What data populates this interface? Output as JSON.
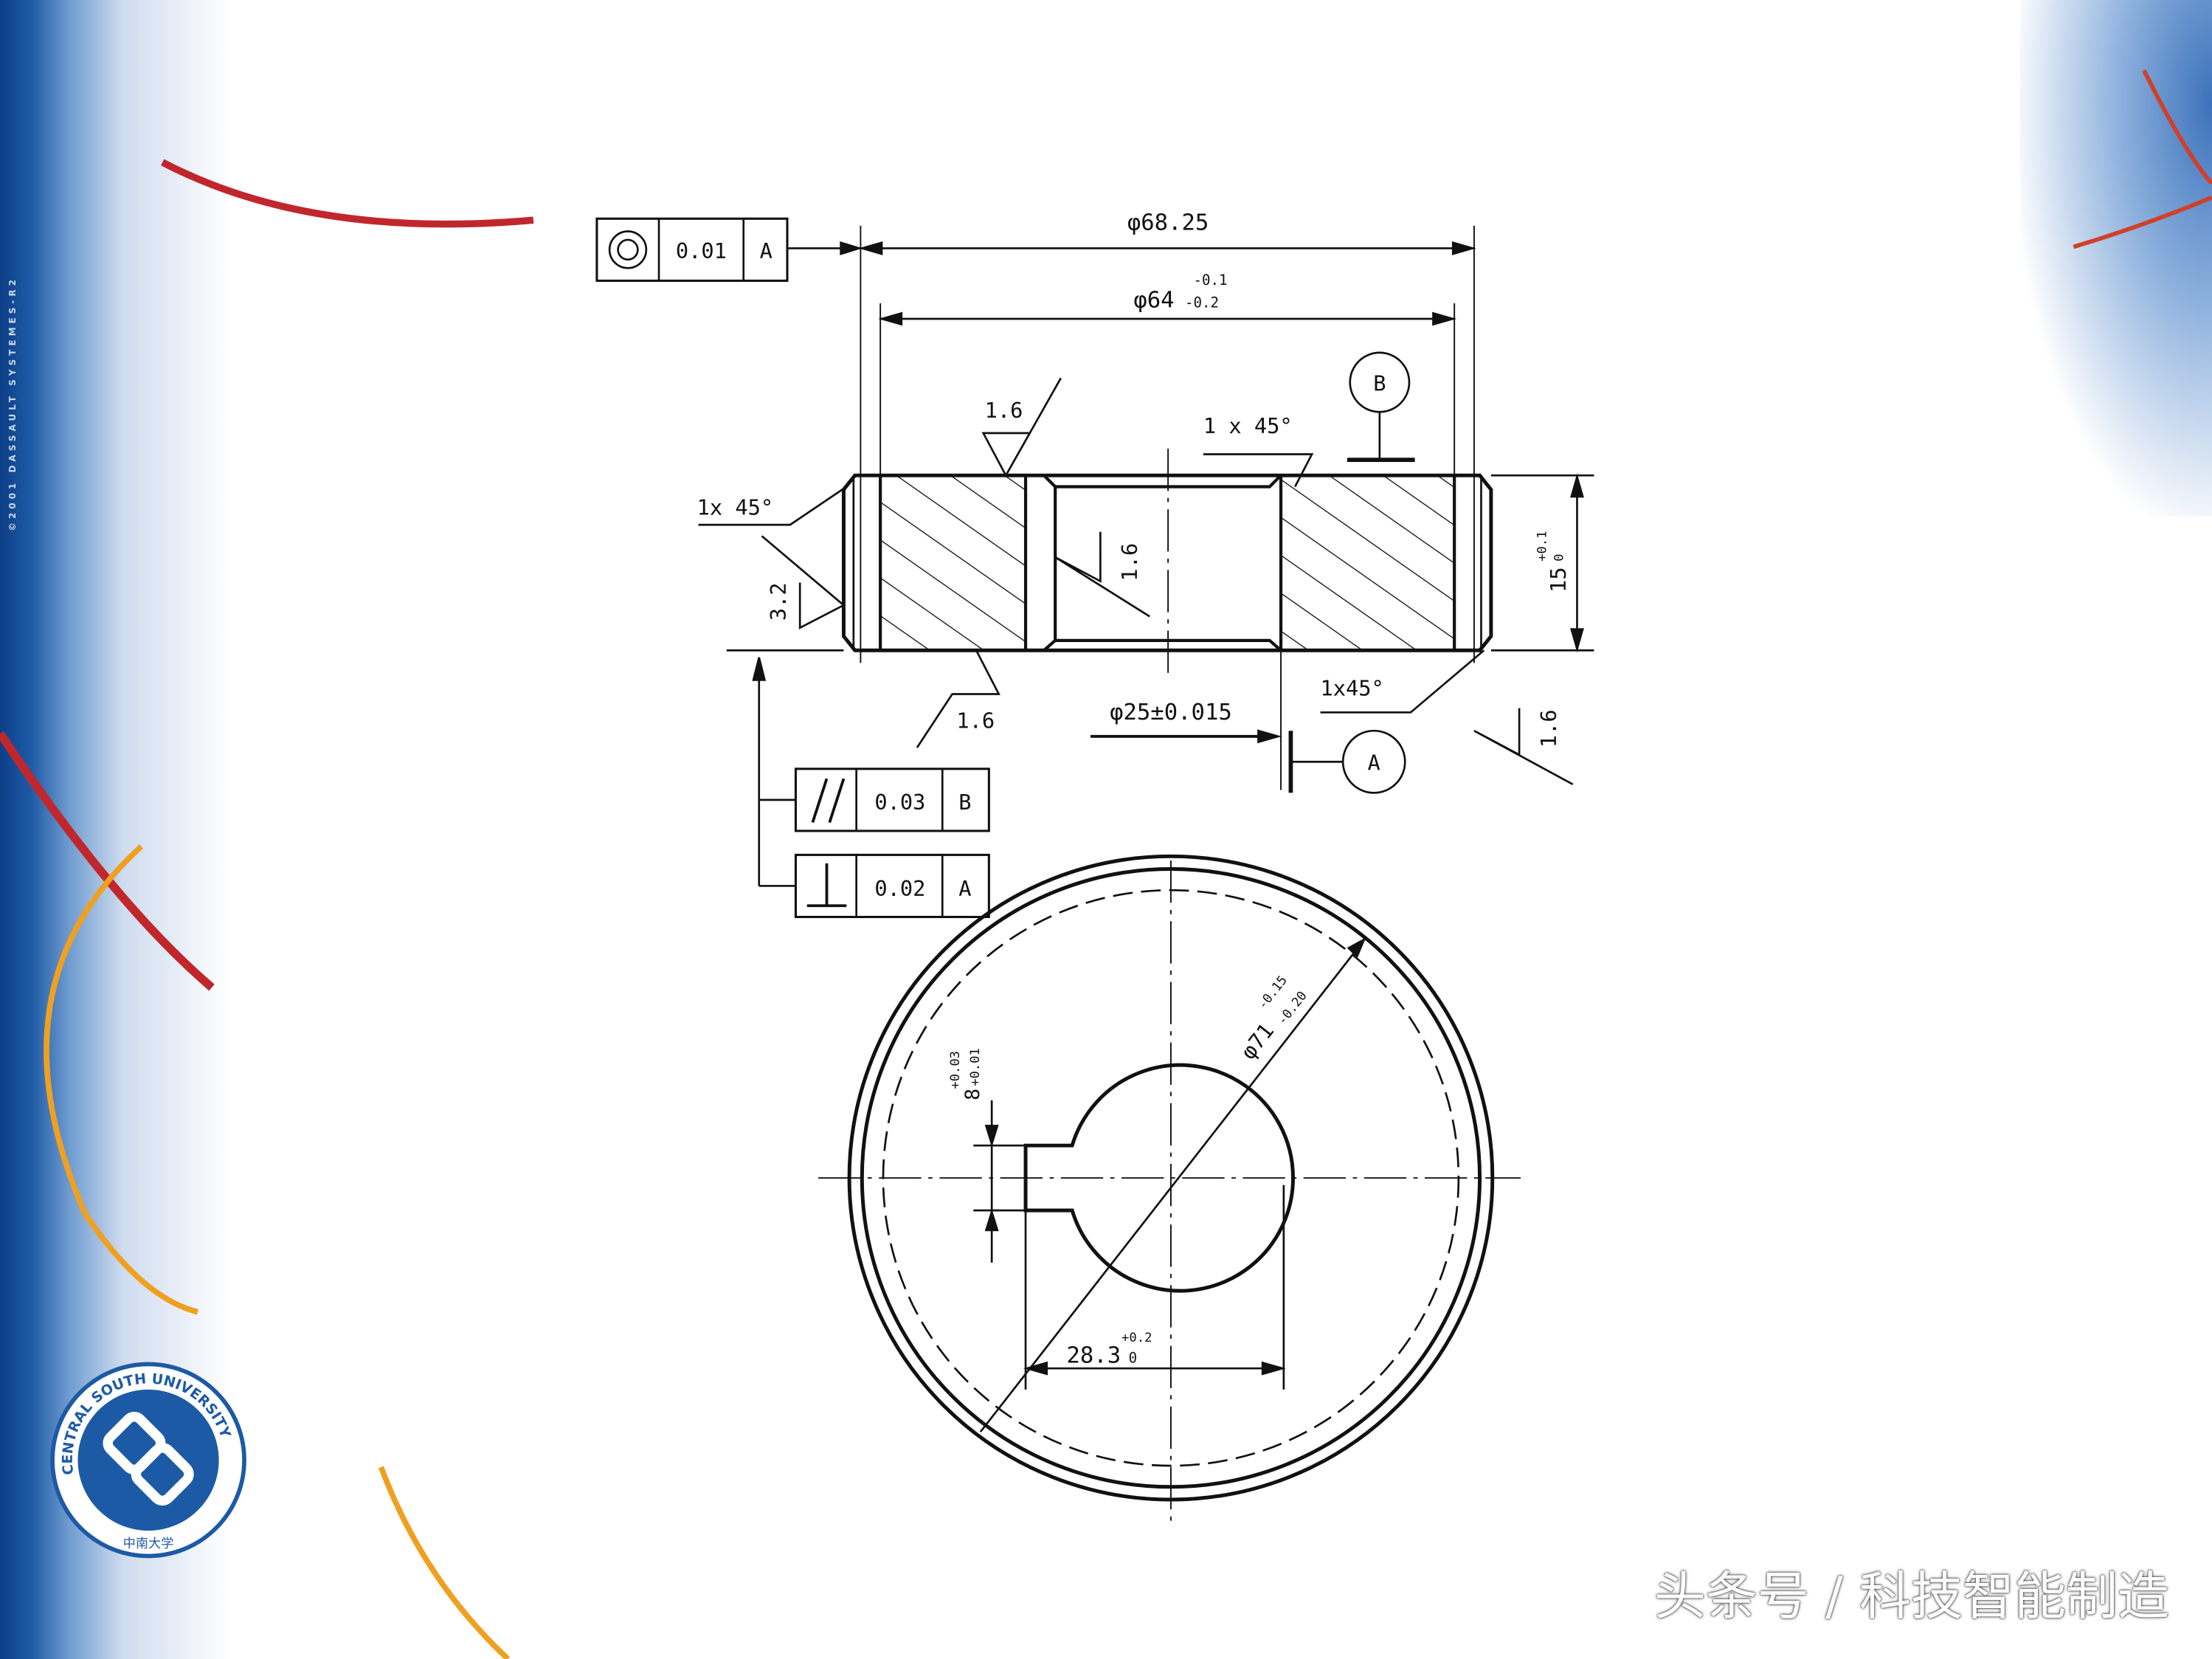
{
  "slide": {
    "side_text": "©2001 DASSAULT SYSTEMES-R2",
    "watermark": "头条号 / 科技智能制造",
    "logo": {
      "ring_text": "CENTRAL SOUTH UNIVERSITY",
      "bottom_text": "中南大学"
    },
    "colors": {
      "blue": "#1d5aa5",
      "swoosh_red": "#c0272d",
      "swoosh_orange": "#f0a020"
    }
  },
  "drawing": {
    "fcf_concentricity": {
      "symbol": "concentricity",
      "tolerance": "0.01",
      "datum": "A"
    },
    "fcf_parallelism": {
      "symbol": "//",
      "tolerance": "0.03",
      "datum": "B"
    },
    "fcf_perpendicularity": {
      "symbol": "perpendicularity",
      "tolerance": "0.02",
      "datum": "A"
    },
    "dim_outer": "φ68.25",
    "dim_tip": {
      "base": "φ64",
      "upper": "-0.1",
      "lower": "-0.2"
    },
    "dim_width": {
      "base": "15",
      "upper": "+0.1",
      "lower": "0"
    },
    "dim_bore": "φ25±0.015",
    "dim_root": {
      "base": "φ71",
      "upper": "-0.15",
      "lower": "-0.20"
    },
    "dim_key_width": {
      "base": "8",
      "upper": "+0.03",
      "lower": "+0.01"
    },
    "dim_key_depth": {
      "base": "28.3",
      "upper": "+0.2",
      "lower": "0"
    },
    "chamfer_left": "1x 45°",
    "chamfer_top": "1 x 45°",
    "chamfer_bottom": "1x45°",
    "roughness_top": "1.6",
    "roughness_left": "3.2",
    "roughness_bore": "1.6",
    "roughness_bottom": "1.6",
    "roughness_right": "1.6",
    "datum_a": "A",
    "datum_b": "B"
  }
}
